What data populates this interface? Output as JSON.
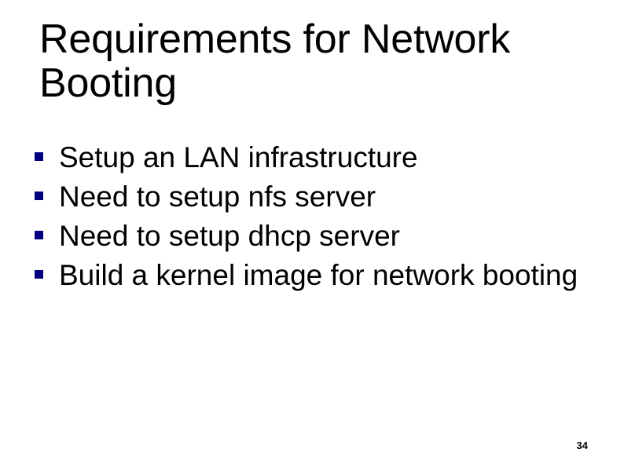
{
  "slide": {
    "title": "Requirements for Network Booting",
    "background_color": "#ffffff",
    "text_color": "#000000",
    "bullet_color": "#000080",
    "page_number": "34",
    "bullets": [
      {
        "marker": "square-bullet-icon",
        "text": "Setup an LAN infrastructure"
      },
      {
        "marker": "square-bullet-icon",
        "text": "Need to setup nfs server"
      },
      {
        "marker": "square-bullet-icon",
        "text": "Need to setup dhcp server"
      },
      {
        "marker": "square-bullet-icon",
        "text": "Build a kernel image for network booting"
      }
    ]
  }
}
